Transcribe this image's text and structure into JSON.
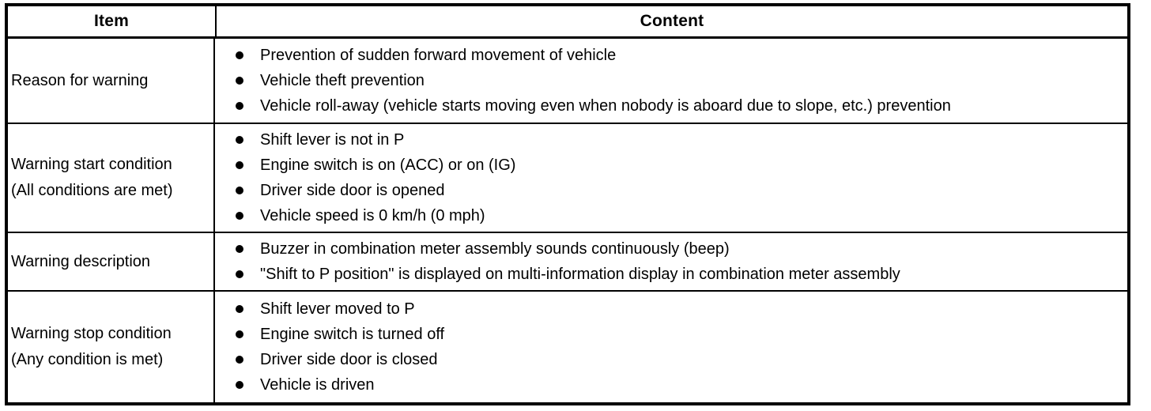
{
  "table": {
    "columns": [
      {
        "key": "item",
        "label": "Item"
      },
      {
        "key": "content",
        "label": "Content"
      }
    ],
    "rows": [
      {
        "item_lines": [
          "Reason for warning"
        ],
        "bullets": [
          "Prevention of sudden forward movement of vehicle",
          "Vehicle theft prevention",
          "Vehicle roll-away (vehicle starts moving even when nobody is aboard due to slope, etc.) prevention"
        ]
      },
      {
        "item_lines": [
          "Warning start condition",
          "(All conditions are met)"
        ],
        "bullets": [
          "Shift lever is not in P",
          "Engine switch is on (ACC) or on (IG)",
          "Driver side door is opened",
          "Vehicle speed is 0 km/h (0 mph)"
        ]
      },
      {
        "item_lines": [
          "Warning description"
        ],
        "bullets": [
          "Buzzer in combination meter assembly sounds continuously (beep)",
          "\"Shift to P position\" is displayed on multi-information display in combination meter assembly"
        ]
      },
      {
        "item_lines": [
          "Warning stop condition",
          "(Any condition is met)"
        ],
        "bullets": [
          "Shift lever moved to P",
          "Engine switch is turned off",
          "Driver side door is closed",
          "Vehicle is driven"
        ]
      }
    ]
  },
  "colors": {
    "border": "#000000",
    "text": "#000000",
    "background": "#ffffff"
  }
}
